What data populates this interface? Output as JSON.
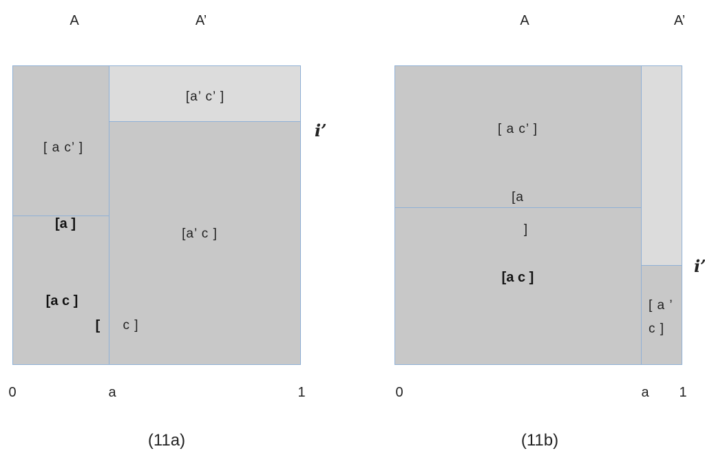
{
  "diagram_a": {
    "headers": {
      "left": "A",
      "right": "A’"
    },
    "cells": {
      "top_right": "[a’ c’ ]",
      "left_upper": "[ a c’ ]",
      "right_main": "[a’ c ]",
      "middle": "[a ]",
      "left_lower": "[a c ]",
      "bracket_open": "[",
      "bracket_close": "c ]"
    },
    "side_label": "i’",
    "axis": {
      "zero": "0",
      "a": "a",
      "one": "1"
    },
    "caption": "(11a)"
  },
  "diagram_b": {
    "headers": {
      "left": "A",
      "right": "A’"
    },
    "cells": {
      "left_upper": "[ a c’ ]",
      "boundary_open": "[a",
      "boundary_close": "]",
      "left_lower": "[a c ]",
      "right_lower_line1": "[ a ’",
      "right_lower_line2": "c ]"
    },
    "side_label": "i’",
    "axis": {
      "zero": "0",
      "a": "a",
      "one": "1"
    },
    "caption": "(11b)"
  },
  "colors": {
    "dark_fill": "#c8c8c8",
    "light_fill": "#dcdcdc",
    "border": "#8fb0d6"
  }
}
